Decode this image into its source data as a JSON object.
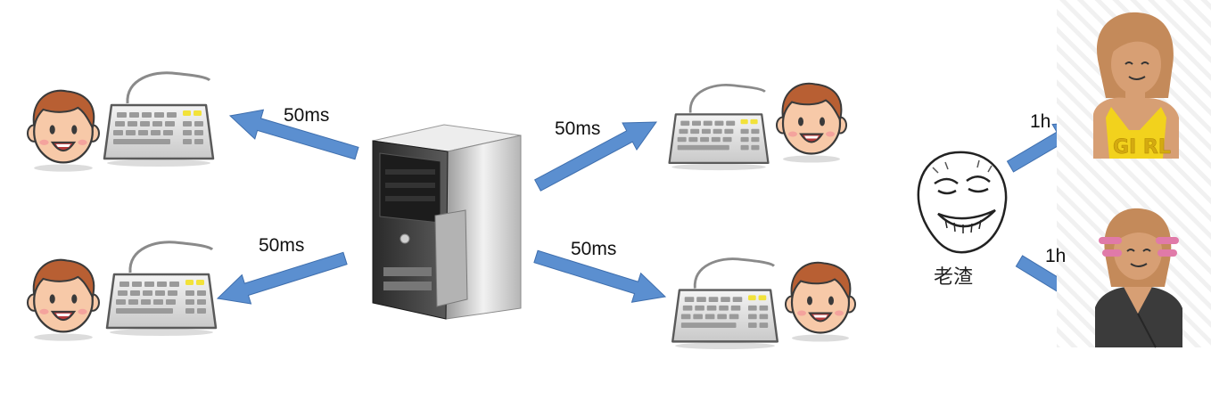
{
  "diagram": {
    "latency_labels": [
      "50ms",
      "50ms",
      "50ms",
      "50ms"
    ],
    "right_labels": [
      "1h",
      "1h"
    ],
    "center_person_label": "老渣",
    "shirt_text": "GI RL",
    "colors": {
      "arrow": "#5b8fd0",
      "arrow_edge": "#3f6fae",
      "skin": "#f7c9a8",
      "hair": "#b85f33",
      "woman_skin": "#d79f74",
      "woman_hair": "#c48a5a",
      "tank_top": "#f2d21d"
    },
    "icons": [
      "boy-face-icon",
      "keyboard-icon",
      "server-tower-icon",
      "rage-face-icon",
      "woman-avatar-icon"
    ]
  }
}
